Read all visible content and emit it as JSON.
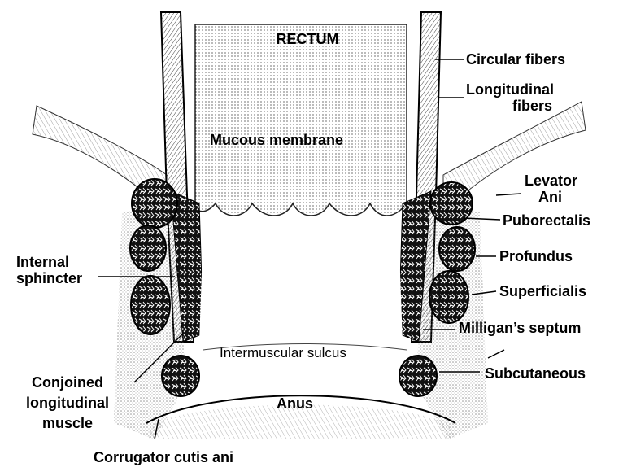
{
  "labels": {
    "rectum": "RECTUM",
    "circular_fibers": "Circular fibers",
    "longitudinal_fibers_l1": "Longitudinal",
    "longitudinal_fibers_l2": "fibers",
    "mucous_membrane": "Mucous membrane",
    "levator_ani_l1": "Levator",
    "levator_ani_l2": "Ani",
    "puborectalis": "Puborectalis",
    "profundus": "Profundus",
    "superficialis": "Superficialis",
    "milligans_septum": "Milligan’s septum",
    "subcutaneous": "Subcutaneous",
    "internal_sphincter_l1": "Internal",
    "internal_sphincter_l2": "sphincter",
    "intermuscular_sulcus": "Intermuscular sulcus",
    "conjoined_l1": "Conjoined",
    "conjoined_l2": "longitudinal",
    "conjoined_l3": "muscle",
    "anus": "Anus",
    "corrugator": "Corrugator cutis ani"
  },
  "colors": {
    "ink": "#000000",
    "shade": "#555555",
    "paper": "#ffffff"
  }
}
